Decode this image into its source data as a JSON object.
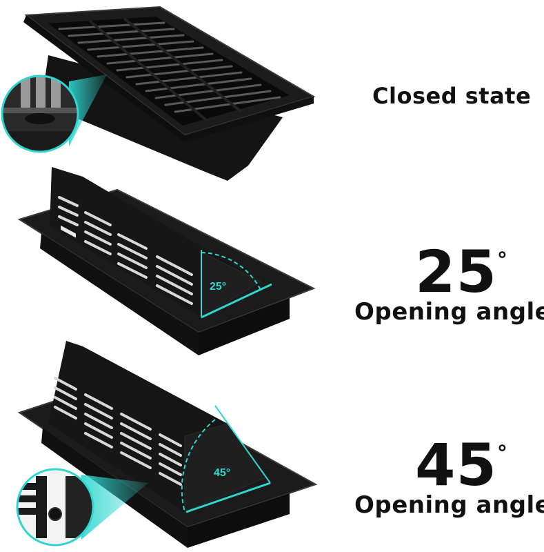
{
  "states": [
    {
      "label": "Closed state"
    },
    {
      "angle_value": "25",
      "degree_symbol": "°",
      "angle_label": "Opening angle",
      "badge": "25°"
    },
    {
      "angle_value": "45",
      "degree_symbol": "°",
      "angle_label": "Opening angle",
      "badge": "45°"
    }
  ],
  "colors": {
    "vent_body": "#1a1a1a",
    "vent_edge": "#3a3a3a",
    "accent_cyan": "#2fd6d0",
    "text": "#111111"
  }
}
